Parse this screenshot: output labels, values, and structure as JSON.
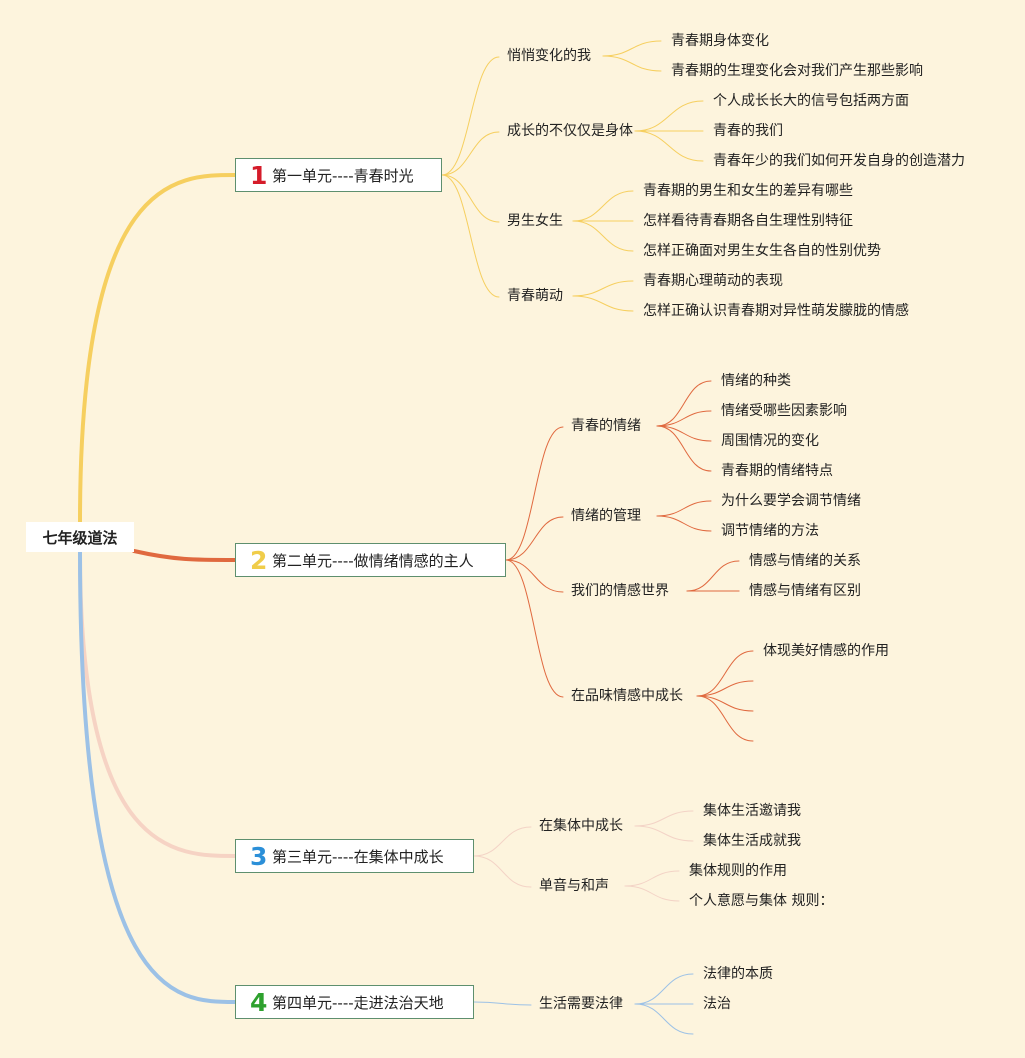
{
  "root": {
    "label": "七年级道法"
  },
  "units": [
    {
      "num": "1",
      "label": "第一单元----青春时光",
      "color": "#f6cf5f",
      "num_color": "#d51c2a",
      "topics": [
        {
          "label": "悄悄变化的我",
          "children": [
            "青春期身体变化",
            "青春期的生理变化会对我们产生那些影响"
          ]
        },
        {
          "label": "成长的不仅仅是身体",
          "children": [
            "个人成长长大的信号包括两方面",
            "青春的我们",
            "青春年少的我们如何开发自身的创造潜力"
          ]
        },
        {
          "label": "男生女生",
          "children": [
            "青春期的男生和女生的差异有哪些",
            "怎样看待青春期各自生理性别特征",
            "怎样正确面对男生女生各自的性别优势"
          ]
        },
        {
          "label": "青春萌动",
          "children": [
            "青春期心理萌动的表现",
            "怎样正确认识青春期对异性萌发朦胧的情感"
          ]
        }
      ]
    },
    {
      "num": "2",
      "label": "第二单元----做情绪情感的主人",
      "color": "#e0693f",
      "num_color": "#f0cd4a",
      "topics": [
        {
          "label": "青春的情绪",
          "children": [
            "情绪的种类",
            "情绪受哪些因素影响",
            "周围情况的变化",
            "青春期的情绪特点"
          ]
        },
        {
          "label": "情绪的管理",
          "children": [
            "为什么要学会调节情绪",
            "调节情绪的方法"
          ]
        },
        {
          "label": "我们的情感世界",
          "children": [
            "情感与情绪的关系",
            "情感与情绪有区别",
            ""
          ]
        },
        {
          "label": "在品味情感中成长",
          "children": [
            "体现美好情感的作用",
            "",
            "",
            ""
          ]
        }
      ]
    },
    {
      "num": "3",
      "label": "第三单元----在集体中成长",
      "color": "#f6d3c4",
      "num_color": "#2b8fd8",
      "topics": [
        {
          "label": "在集体中成长",
          "children": [
            "集体生活邀请我",
            "集体生活成就我"
          ]
        },
        {
          "label": "单音与和声",
          "children": [
            "集体规则的作用",
            "个人意愿与集体 规则："
          ]
        }
      ]
    },
    {
      "num": "4",
      "label": "第四单元----走进法治天地",
      "color": "#9cc1e6",
      "num_color": "#2ea12e",
      "topics": [
        {
          "label": "生活需要法律",
          "children": [
            "法律的本质",
            "法治",
            ""
          ]
        }
      ]
    }
  ]
}
